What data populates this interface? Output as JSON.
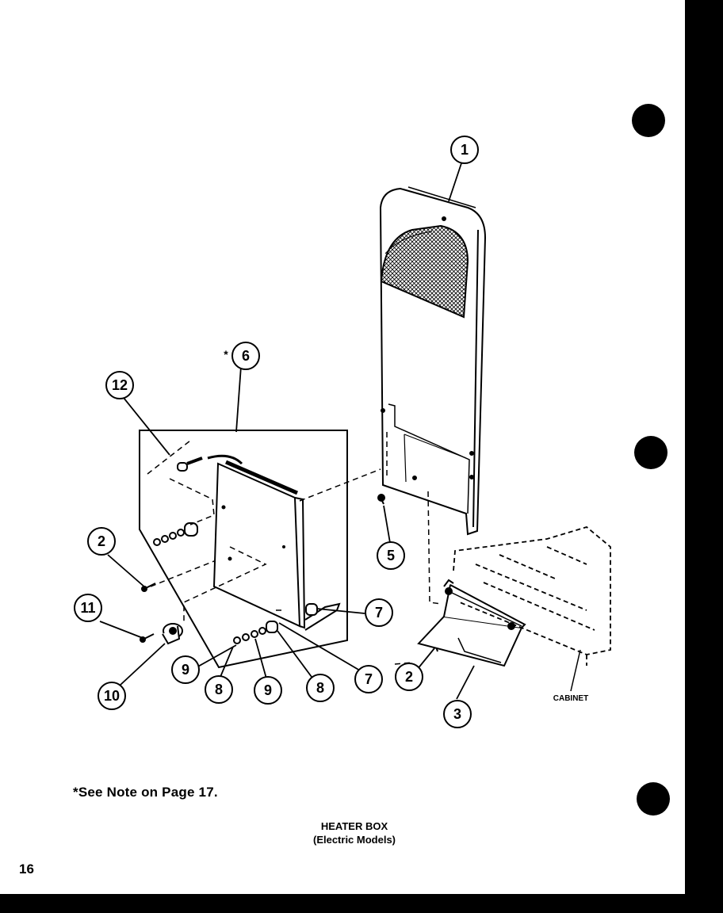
{
  "callouts": {
    "c1": "1",
    "c6": "6",
    "c6_mark": "*",
    "c12": "12",
    "c2a": "2",
    "c11": "11",
    "c10": "10",
    "c9a": "9",
    "c8a": "8",
    "c9b": "9",
    "c8b": "8",
    "c7a": "7",
    "c7b": "7",
    "c5": "5",
    "c2b": "2",
    "c3": "3"
  },
  "labels": {
    "cabinet": "CABINET"
  },
  "note": "*See Note on Page 17.",
  "caption": {
    "line1": "HEATER BOX",
    "line2": "(Electric Models)"
  },
  "page_number": "16"
}
